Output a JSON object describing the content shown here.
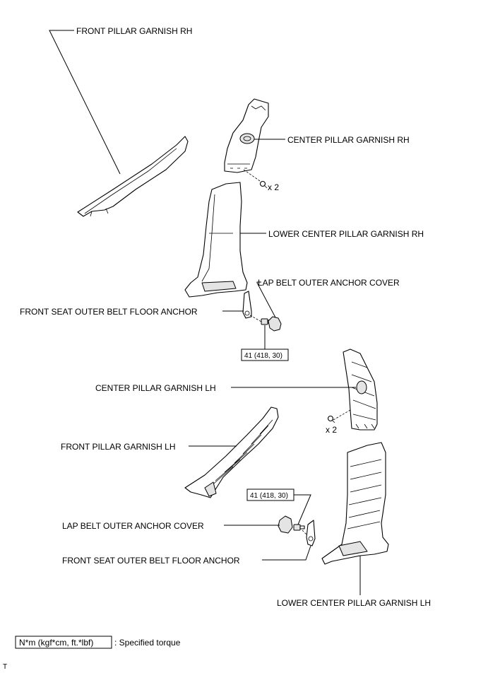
{
  "labels": {
    "front_pillar_rh": "FRONT PILLAR GARNISH RH",
    "center_pillar_rh": "CENTER PILLAR GARNISH RH",
    "lower_center_pillar_rh": "LOWER CENTER PILLAR GARNISH RH",
    "lap_belt_cover_rh": "LAP BELT OUTER ANCHOR COVER",
    "floor_anchor_rh": "FRONT SEAT OUTER BELT FLOOR ANCHOR",
    "center_pillar_lh": "CENTER PILLAR GARNISH LH",
    "front_pillar_lh": "FRONT PILLAR GARNISH LH",
    "lap_belt_cover_lh": "LAP BELT OUTER ANCHOR COVER",
    "floor_anchor_lh": "FRONT SEAT OUTER BELT FLOOR ANCHOR",
    "lower_center_pillar_lh": "LOWER CENTER PILLAR GARNISH LH"
  },
  "quantities": {
    "clips_rh": "x 2",
    "clips_lh": "x 2"
  },
  "torques": {
    "rh": "41 (418, 30)",
    "lh": "41 (418, 30)"
  },
  "legend": {
    "unit": "N*m (kgf*cm, ft.*lbf)",
    "desc": ": Specified torque"
  },
  "corner_code": "T"
}
